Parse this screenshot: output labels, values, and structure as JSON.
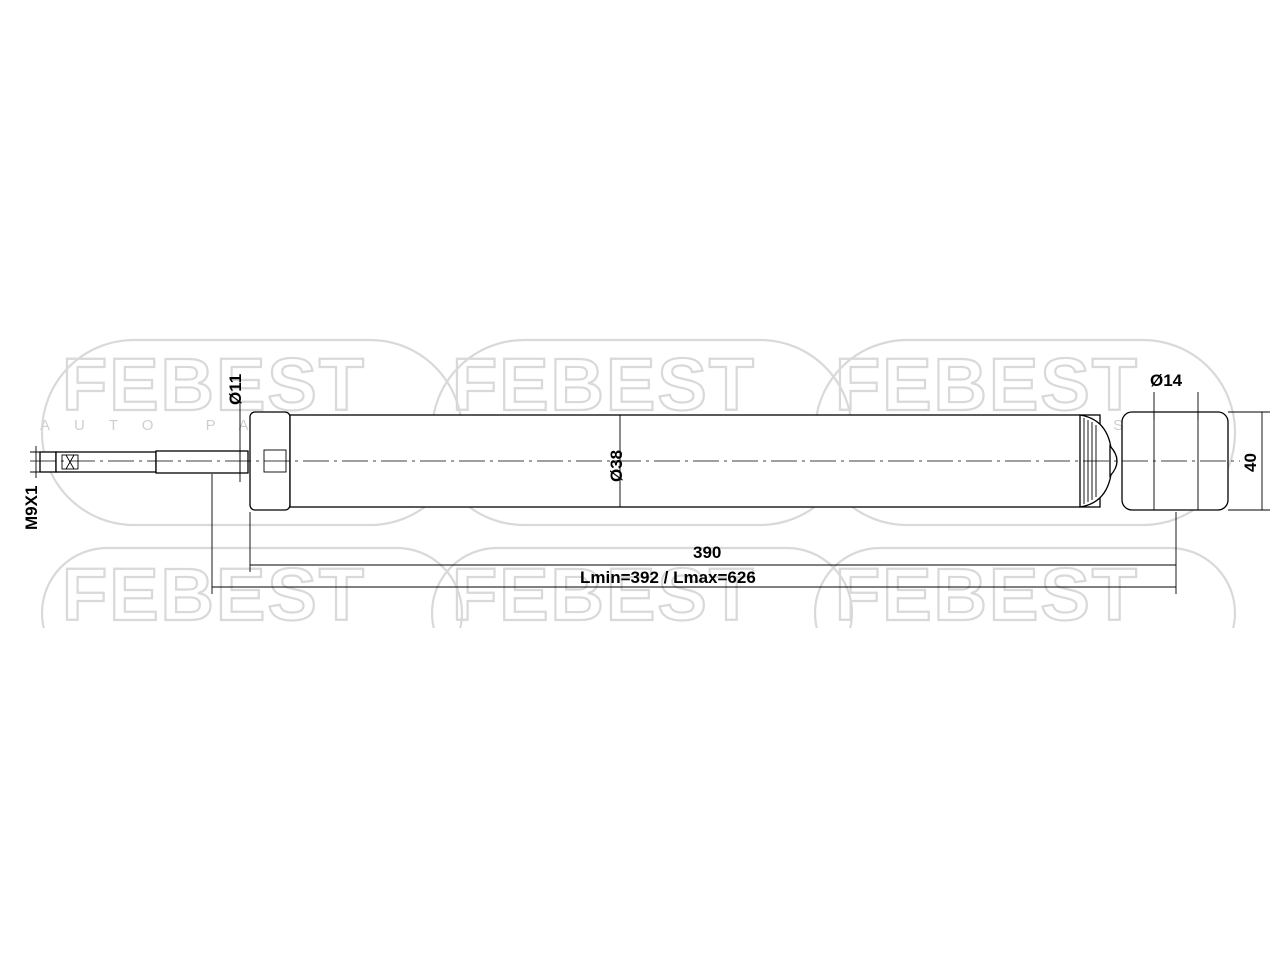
{
  "watermark": {
    "brand": "FEBEST",
    "subtitle": "AUTO PARTS"
  },
  "dimensions": {
    "thread": "M9X1",
    "rod_diameter": "Ø11",
    "body_diameter": "Ø38",
    "eye_diameter": "Ø14",
    "eye_width": "40",
    "body_length": "390",
    "stroke_range": "Lmin=392 / Lmax=626"
  },
  "colors": {
    "line": "#000000",
    "watermark": "#d9d9d9",
    "background": "#ffffff"
  }
}
